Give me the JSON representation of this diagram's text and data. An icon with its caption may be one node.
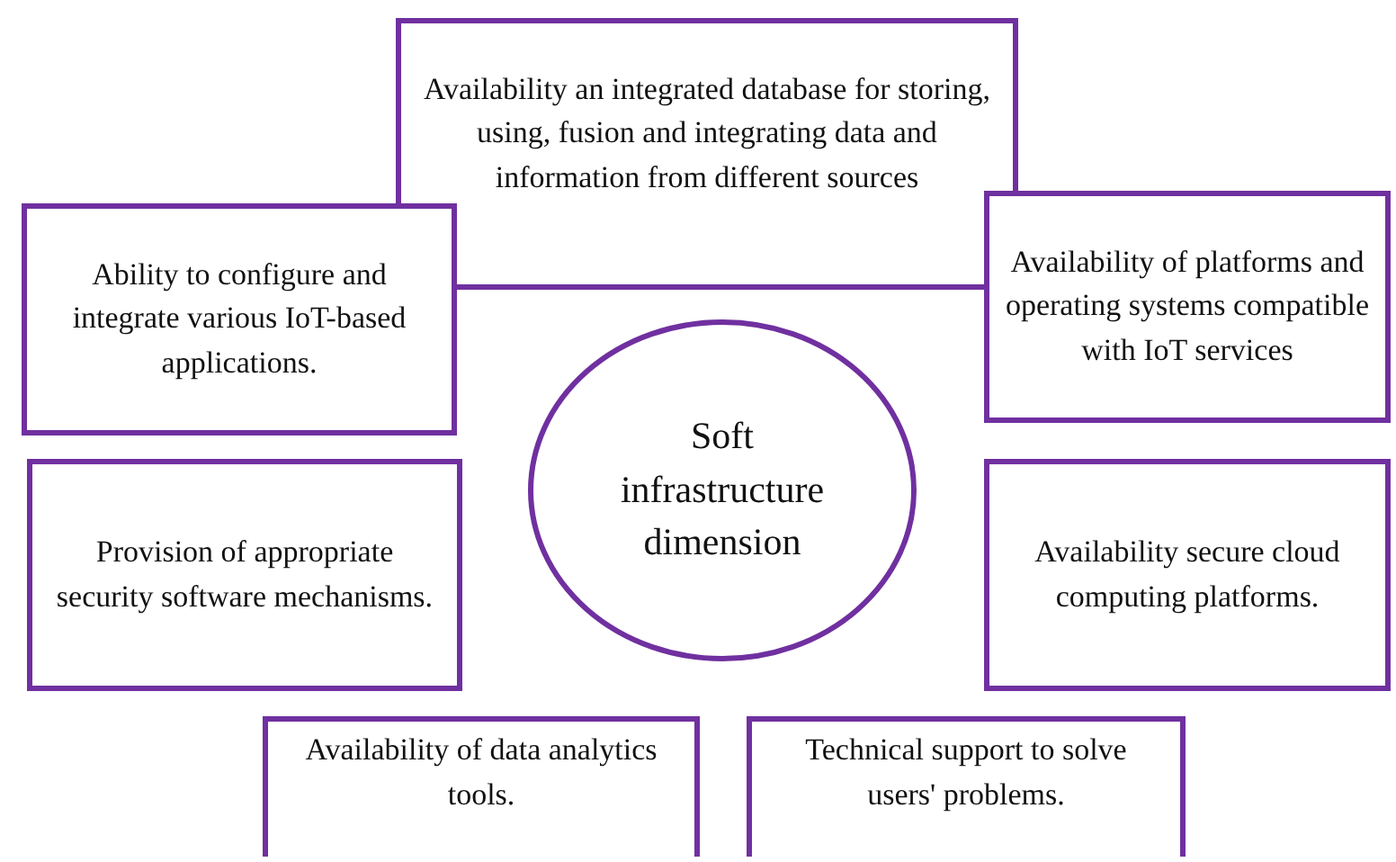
{
  "diagram": {
    "nodes": [
      {
        "text": [
          "Availability an integrated database for storing, using, fusion and integrating data and information from different sources"
        ]
      },
      {
        "text": [
          "Ability to configure and integrate various IoT-based applications."
        ]
      },
      {
        "text": [
          "Availability of platforms and operating systems compatible with IoT services"
        ]
      },
      {
        "text": [
          "Soft infrastructure dimension"
        ]
      },
      {
        "text": [
          "Provision of appropriate security software mechanisms."
        ]
      },
      {
        "text": [
          "Availability secure cloud computing platforms."
        ]
      },
      {
        "text": [
          "Availability of data analytics tools."
        ]
      },
      {
        "text": [
          "Technical support to solve users' problems."
        ]
      }
    ]
  }
}
